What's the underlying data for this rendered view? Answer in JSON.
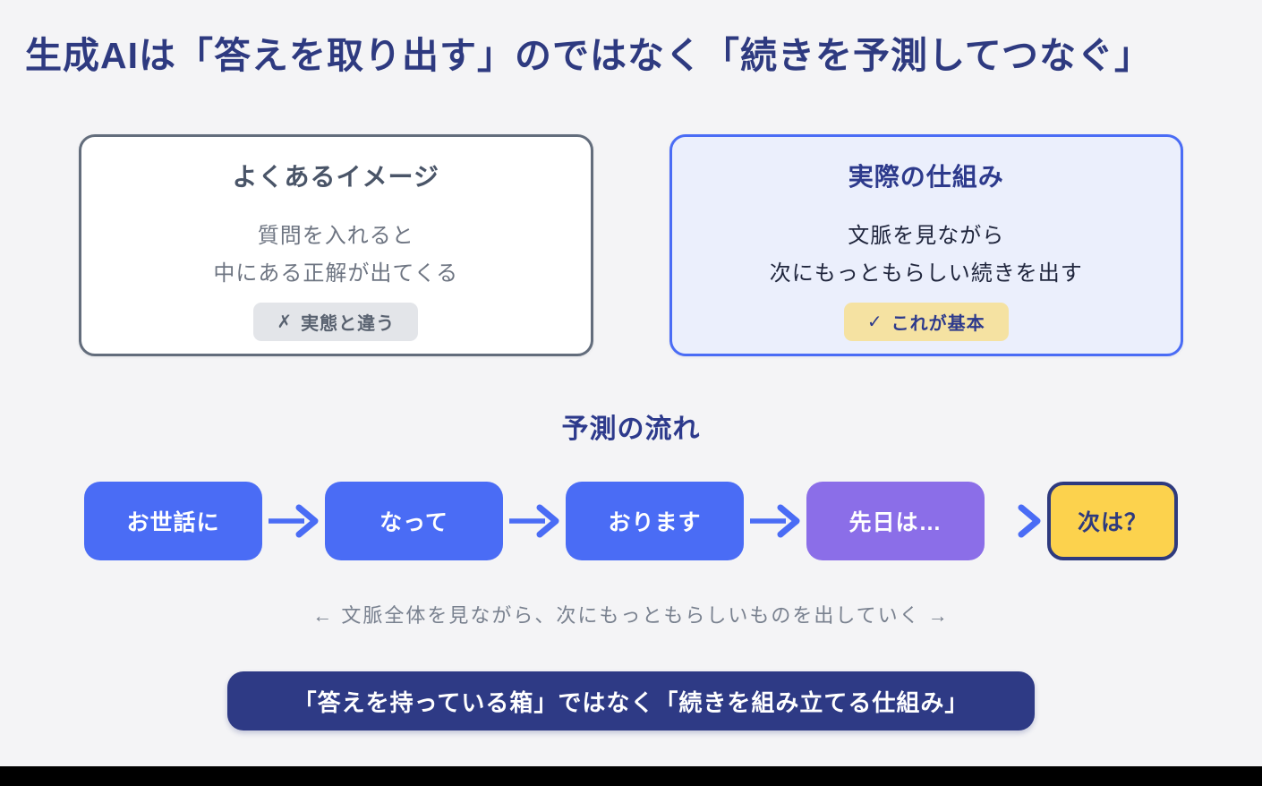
{
  "page": {
    "title": "生成AIは「答えを取り出す」のではなく「続きを予測してつなぐ」"
  },
  "cards": {
    "common_image": {
      "title": "よくあるイメージ",
      "lines": [
        "質問を入れると",
        "中にある正解が出てくる"
      ],
      "badge": {
        "icon": "✗",
        "label": "実態と違う"
      }
    },
    "actual_mechanism": {
      "title": "実際の仕組み",
      "lines": [
        "文脈を見ながら",
        "次にもっともらしい続きを出す"
      ],
      "badge": {
        "icon": "✓",
        "label": "これが基本"
      }
    }
  },
  "flow": {
    "heading": "予測の流れ",
    "steps": [
      {
        "label": "お世話に",
        "type": "context"
      },
      {
        "label": "なって",
        "type": "context"
      },
      {
        "label": "おります",
        "type": "context"
      },
      {
        "label": "先日は…",
        "type": "recent"
      },
      {
        "label": "次は？",
        "type": "next"
      }
    ],
    "caption": "← 文脈全体を見ながら、次にもっともらしいものを出していく →"
  },
  "banner": {
    "text": "「答えを持っている箱」ではなく「続きを組み立てる仕組み」"
  },
  "icons": {
    "flow_arrow": "arrow-right",
    "wrong_mark": "x-mark",
    "check_mark": "check-mark"
  },
  "colors": {
    "background": "#f4f4f6",
    "title_navy": "#2e3a80",
    "primary_blue": "#4a6cf5",
    "accent_purple": "#8b6ee8",
    "accent_yellow": "#fcd24d",
    "badge_yellow_bg": "#f5e2a2",
    "badge_gray_bg": "#e3e5e9",
    "card_blue_bg": "#ebeffc",
    "card_gray_border": "#636d7c",
    "banner_bg": "#2e3a85",
    "gray_text": "#6e7582",
    "caption_gray": "#79818f",
    "letterbox_black": "#000000"
  }
}
